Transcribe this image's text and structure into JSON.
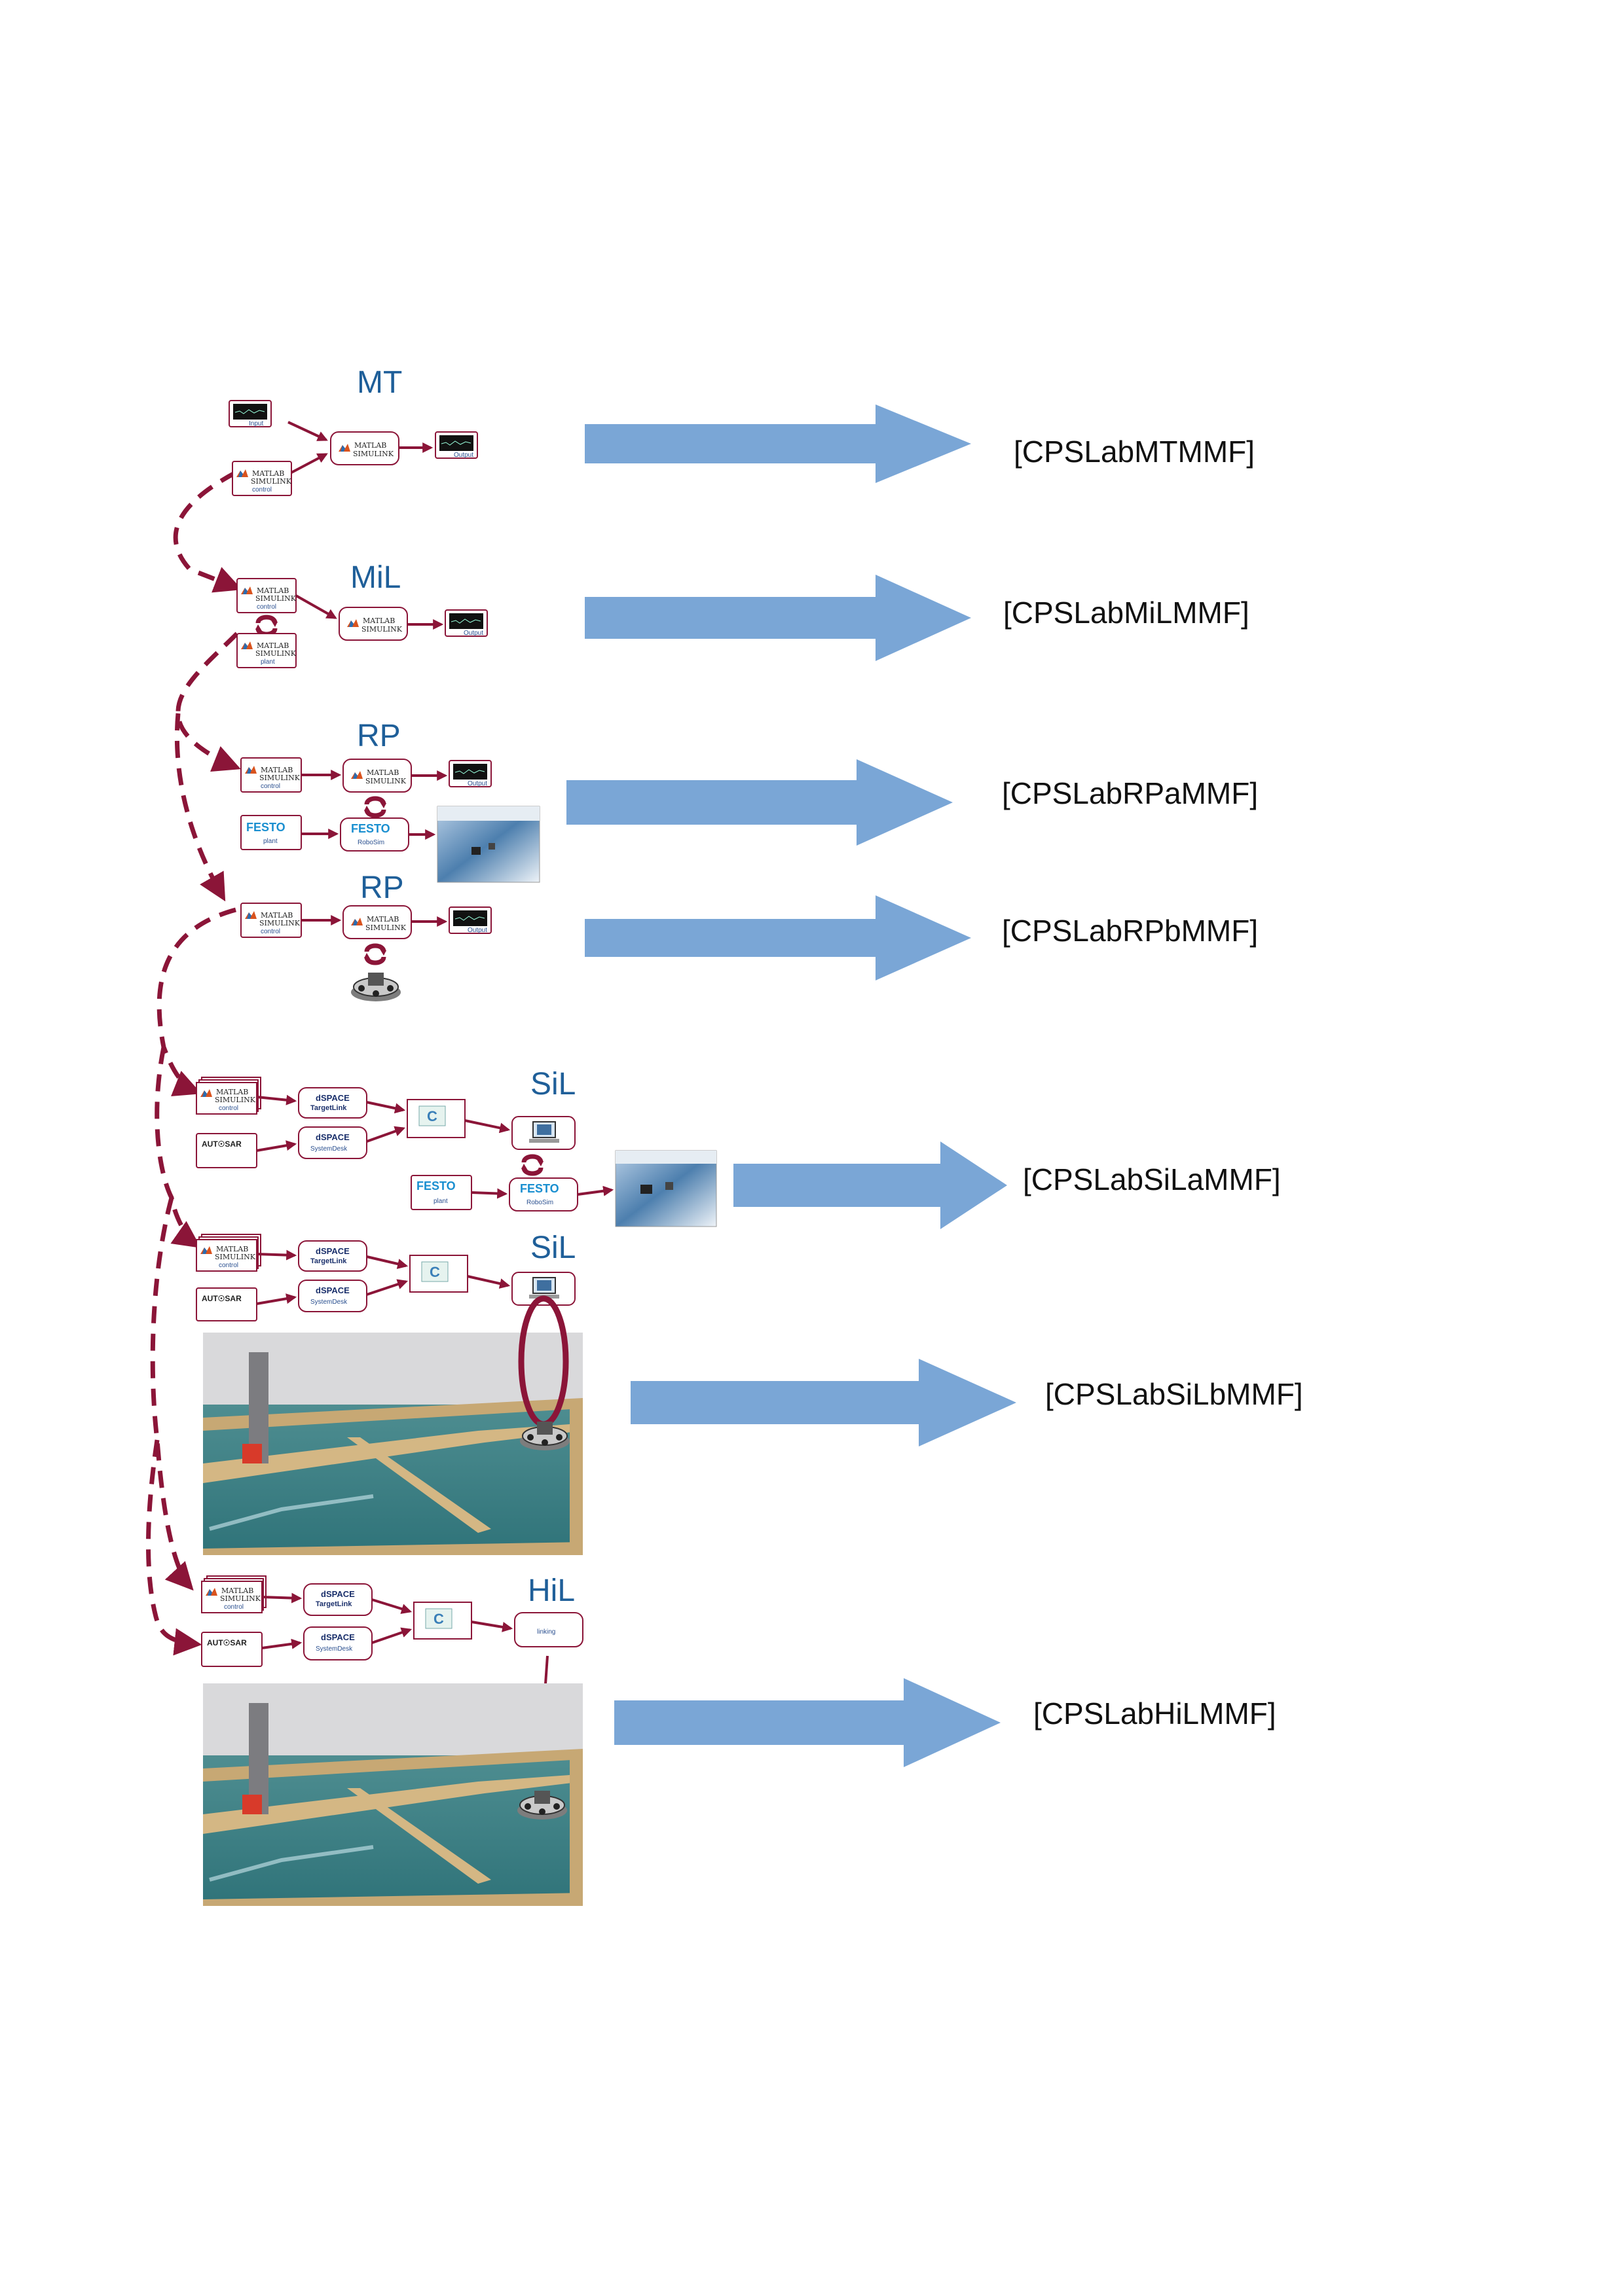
{
  "colors": {
    "arrow_fill": "#7aa6d6",
    "flow_line": "#8b1538",
    "stage_label": "#1f5f99",
    "reference_text": "#111111",
    "floor": "#3f8a8f",
    "wall": "#d9d9db"
  },
  "stages": [
    {
      "label": "MT",
      "reference": "[CPSLabMTMMF]"
    },
    {
      "label": "MiL",
      "reference": "[CPSLabMiLMMF]"
    },
    {
      "label": "RP",
      "reference": "[CPSLabRPaMMF]"
    },
    {
      "label": "RP",
      "reference": "[CPSLabRPbMMF]"
    },
    {
      "label": "SiL",
      "reference": "[CPSLabSiLaMMF]"
    },
    {
      "label": "SiL",
      "reference": "[CPSLabSiLbMMF]"
    },
    {
      "label": "HiL",
      "reference": "[CPSLabHiLMMF]"
    }
  ],
  "box_labels": {
    "matlab": "MATLAB",
    "simulink": "SIMULINK",
    "control": "control",
    "plant": "plant",
    "input": "Input",
    "output": "Output",
    "festo": "FESTO",
    "robosim": "RoboSim",
    "dspace": "dSPACE",
    "targetlink": "TargetLink",
    "systemdesk": "SystemDesk",
    "autosar": "AUT☉SAR",
    "c_code": "C",
    "linking": "linking"
  },
  "icons": [
    "scope-display-icon",
    "matlab-logo-icon",
    "robot-icon",
    "computer-icon",
    "cycle-arrows-icon",
    "block-arrow-icon"
  ]
}
